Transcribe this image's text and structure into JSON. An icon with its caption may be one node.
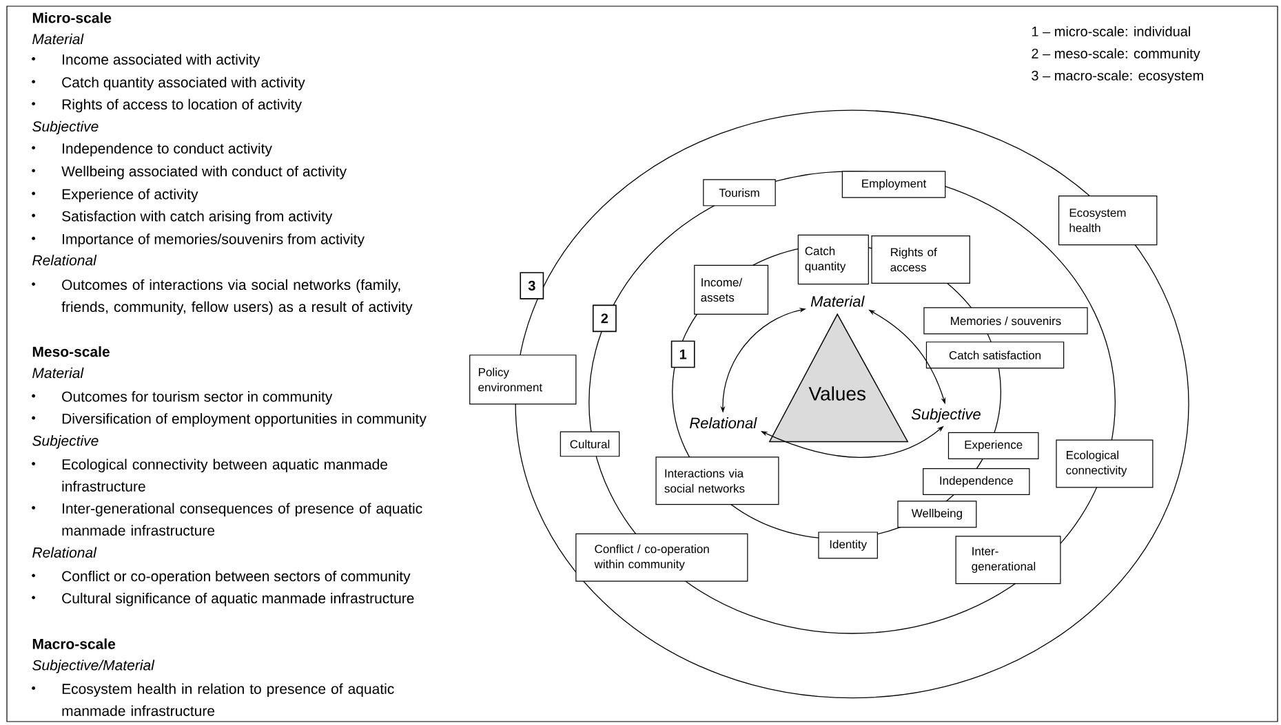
{
  "diagram": {
    "nodes": [
      {
        "text": [
          "Tourism"
        ]
      },
      {
        "text": [
          "Employment"
        ]
      },
      {
        "text": [
          "Ecosystem health"
        ]
      },
      {
        "text": [
          "Catch quantity"
        ]
      },
      {
        "text": [
          "Rights of access"
        ]
      },
      {
        "text": [
          "Income/ assets"
        ]
      },
      {
        "text": [
          "3"
        ]
      },
      {
        "text": [
          "Material"
        ]
      },
      {
        "text": [
          "Memories / souvenirs"
        ]
      },
      {
        "text": [
          "2"
        ]
      },
      {
        "text": [
          "1"
        ]
      },
      {
        "text": [
          "Catch satisfaction"
        ]
      },
      {
        "text": [
          "Policy environment"
        ]
      },
      {
        "text": [
          "Values"
        ]
      },
      {
        "text": [
          "Subjective"
        ]
      },
      {
        "text": [
          "Relational"
        ]
      },
      {
        "text": [
          "Cultural"
        ]
      },
      {
        "text": [
          "Experience"
        ]
      },
      {
        "text": [
          "Ecological connectivity"
        ]
      },
      {
        "text": [
          "Interactions via social networks"
        ]
      },
      {
        "text": [
          "Independence"
        ]
      },
      {
        "text": [
          "Wellbeing"
        ]
      },
      {
        "text": [
          "Identity"
        ]
      },
      {
        "text": [
          "Conflict / co-operation within community"
        ]
      },
      {
        "text": [
          "Inter-generational"
        ]
      }
    ],
    "edges": [
      {
        "from": 7,
        "to": 15,
        "arrow": "both"
      },
      {
        "from": 7,
        "to": 14,
        "arrow": "both"
      },
      {
        "from": 15,
        "to": 14,
        "arrow": "both"
      }
    ],
    "labels": [
      "Micro-scale",
      "Material",
      "Income associated with activity",
      "Catch quantity associated with activity",
      "Rights of access to location of activity",
      "Subjective",
      "Independence to conduct activity",
      "Wellbeing associated with conduct of activity",
      "Experience of activity",
      "Satisfaction with catch arising from activity",
      "Importance of memories/souvenirs from activity",
      "Relational",
      "Outcomes of interactions via social networks (family, friends, community, fellow users) as a result of activity",
      "Meso-scale",
      "Material",
      "Outcomes for tourism sector in community",
      "Diversification of employment opportunities in community",
      "Subjective",
      "Ecological connectivity between aquatic manmade infrastructure",
      "Inter-generational consequences of presence of aquatic manmade infrastructure",
      "Relational",
      "Conflict or co-operation between sectors of community",
      "Cultural significance of aquatic manmade infrastructure",
      "Macro-scale",
      "Subjective/Material",
      "Ecosystem health in relation to presence of aquatic manmade infrastructure",
      "1 – micro-scale: individual",
      "2 – meso-scale: community",
      "3 – macro-scale: ecosystem"
    ]
  }
}
